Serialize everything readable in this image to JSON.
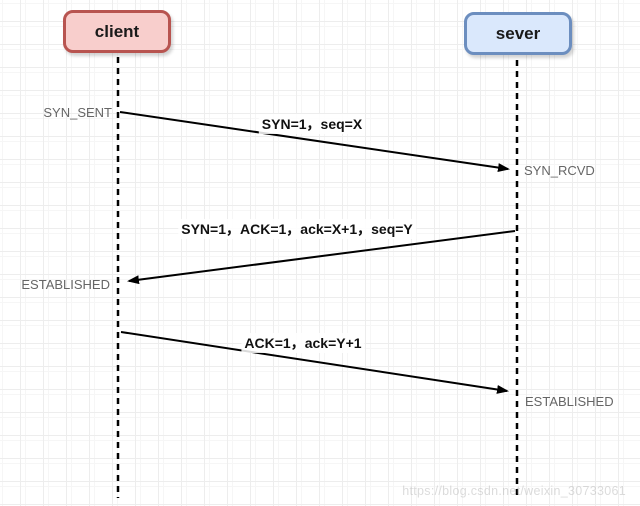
{
  "diagram": {
    "type": "sequence-diagram",
    "topic": "TCP three-way handshake",
    "actors": [
      {
        "id": "client",
        "label": "client",
        "fill": "#f8cecc",
        "border": "#b85450"
      },
      {
        "id": "server",
        "label": "sever",
        "fill": "#dae8fc",
        "border": "#6c8ebf"
      }
    ],
    "states": [
      {
        "label": "SYN_SENT",
        "side": "client"
      },
      {
        "label": "SYN_RCVD",
        "side": "server"
      },
      {
        "label": "ESTABLISHED",
        "side": "client"
      },
      {
        "label": "ESTABLISHED",
        "side": "server"
      }
    ],
    "messages": [
      {
        "label": "SYN=1，seq=X",
        "from": "client",
        "to": "server"
      },
      {
        "label": "SYN=1，ACK=1，ack=X+1，seq=Y",
        "from": "server",
        "to": "client"
      },
      {
        "label": "ACK=1，ack=Y+1",
        "from": "client",
        "to": "server"
      }
    ],
    "colors": {
      "arrow": "#000000",
      "state_text": "#666666",
      "message_text": "#111111",
      "grid": "#ededed",
      "background": "#ffffff"
    },
    "watermark": "https://blog.csdn.net/weixin_30733061"
  }
}
